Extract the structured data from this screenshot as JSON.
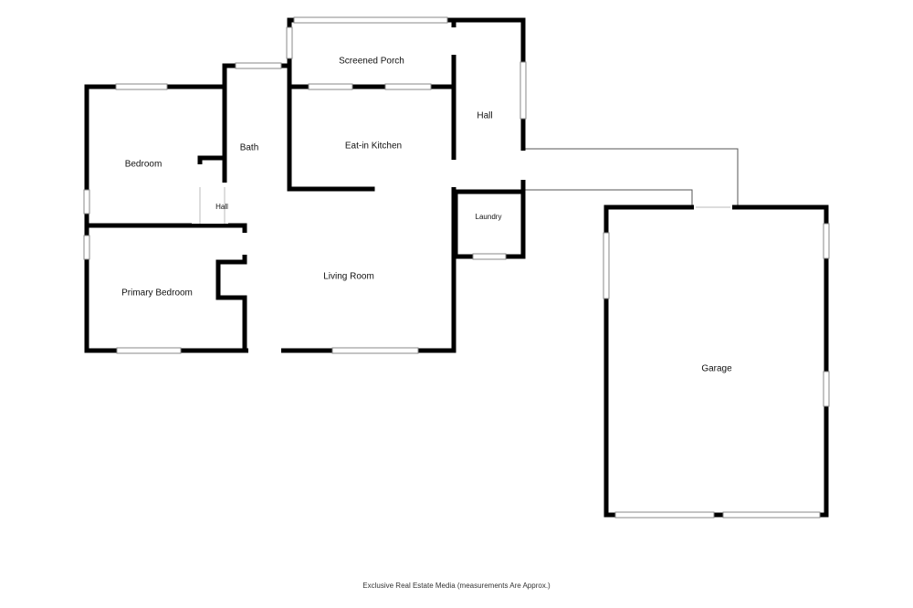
{
  "rooms": {
    "screened_porch": "Screened Porch",
    "hall_upper": "Hall",
    "bath": "Bath",
    "bedroom": "Bedroom",
    "eat_in_kitchen": "Eat-in Kitchen",
    "hall_small": "Hall",
    "laundry": "Laundry",
    "primary_bedroom": "Primary Bedroom",
    "living_room": "Living Room",
    "garage": "Garage"
  },
  "footer": {
    "credit": "Exclusive Real Estate Media (measurements Are Approx.)"
  }
}
